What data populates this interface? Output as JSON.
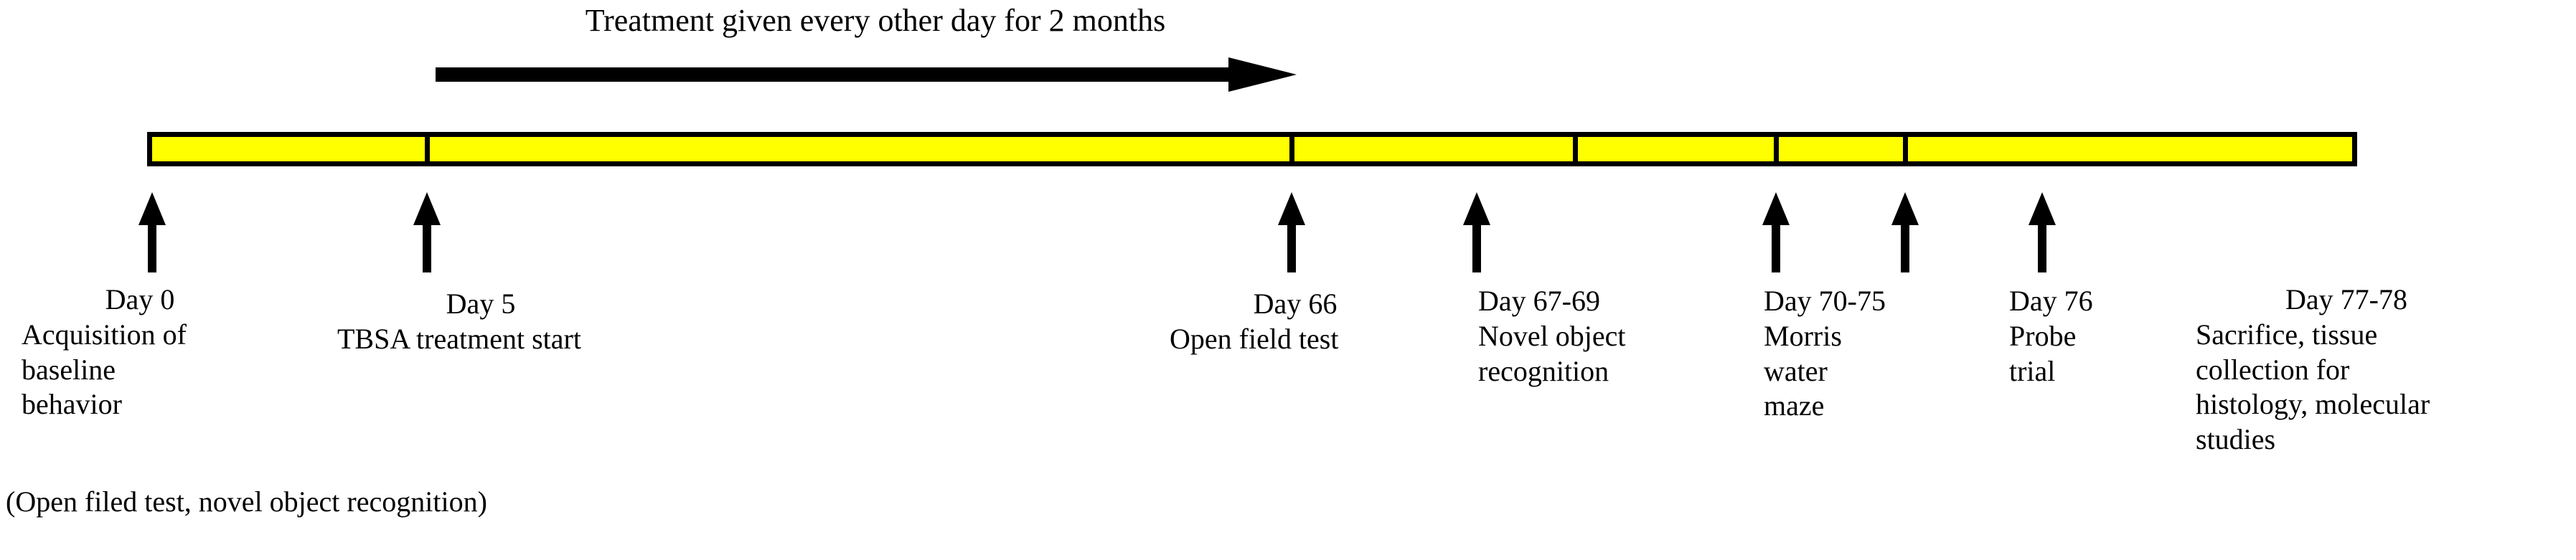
{
  "figure": {
    "type": "experimental-timeline",
    "background_color": "#ffffff",
    "bar_color": "#ffff00",
    "line_color": "#000000"
  },
  "treatment": {
    "caption": "Treatment given every other day for 2 months",
    "arrow_icon": "right-arrow-icon"
  },
  "timeline": {
    "bar_name": "study-timeline-bar",
    "segment_count": 6
  },
  "milestones": [
    {
      "id": "day-0",
      "day": "Day 0",
      "lines": [
        "Acquisition of",
        "baseline",
        "behavior"
      ],
      "note": "(Open filed test, novel object recognition)"
    },
    {
      "id": "day-5",
      "day": "Day 5",
      "lines": [
        "TBSA treatment start"
      ]
    },
    {
      "id": "day-66",
      "day": "Day 66",
      "lines": [
        "Open field test"
      ]
    },
    {
      "id": "day-67-69",
      "day": "Day 67-69",
      "lines": [
        "Novel object",
        "recognition"
      ]
    },
    {
      "id": "day-70-75",
      "day": "Day 70-75",
      "lines": [
        "Morris",
        "water",
        "maze"
      ]
    },
    {
      "id": "day-76",
      "day": "Day 76",
      "lines": [
        "Probe",
        "trial"
      ]
    },
    {
      "id": "day-77-78",
      "day": "Day 77-78",
      "lines": [
        "Sacrifice, tissue",
        "collection for",
        "histology, molecular",
        "studies"
      ]
    }
  ]
}
